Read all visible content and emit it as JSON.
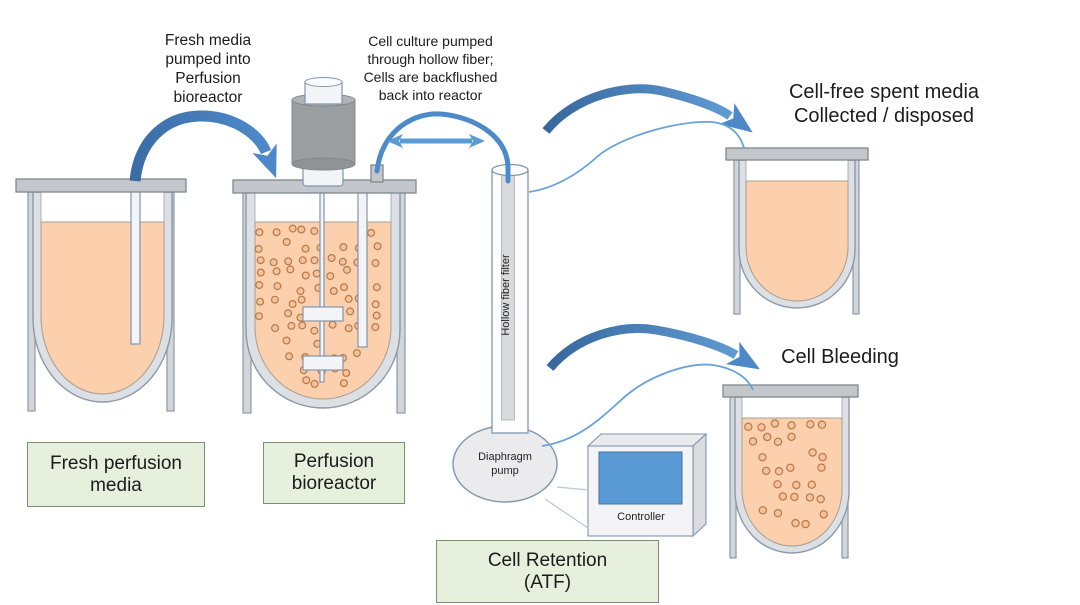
{
  "colors": {
    "arrow_blue": "#4d88c8",
    "tube_blue": "#6aa3d8",
    "media_peach": "#fccfad",
    "cell_fill": "#f5c29a",
    "cell_stroke": "#b5794c",
    "label_green_bg": "#e6f0dd",
    "label_green_border": "#7e8f74",
    "screen_blue": "#5b9bd5",
    "metal_grey": "#c3c7cb"
  },
  "annotations": {
    "fresh_media_flow": "Fresh media\npumped into\nPerfusion\nbioreactor",
    "recirculation_flow": "Cell culture pumped\nthrough hollow fiber;\nCells are backflushed\nback into reactor",
    "spent_media": "Cell-free spent media\nCollected / disposed",
    "cell_bleeding": "Cell Bleeding"
  },
  "labels": {
    "fresh_perfusion_media": "Fresh perfusion\nmedia",
    "perfusion_bioreactor": "Perfusion\nbioreactor",
    "cell_retention": "Cell Retention\n(ATF)",
    "hollow_fiber_filter": "Hollow fiber filter",
    "diaphragm_pump": "Diaphragm\npump",
    "controller": "Controller"
  }
}
